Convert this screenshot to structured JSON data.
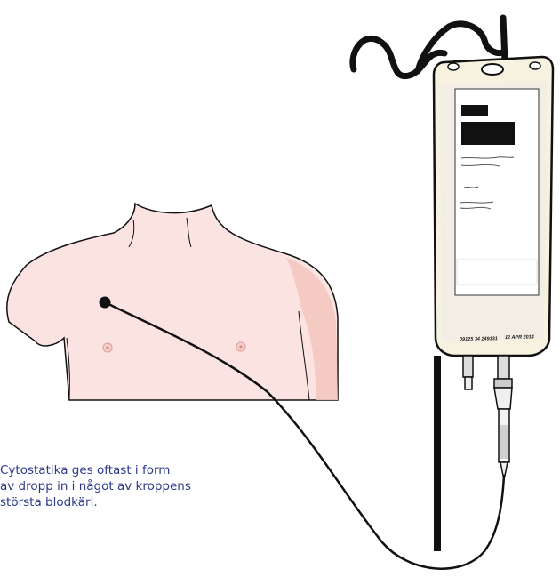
{
  "caption": {
    "lines": [
      "Cytostatika ges oftast i form",
      "av dropp in i något av kroppens",
      "största blodkärl."
    ]
  },
  "iv_bag": {
    "lot_code": "09125 34 249131",
    "date": "12 APR 2014"
  },
  "colors": {
    "caption": "#2d3a8c",
    "skin": "#fbe3e1",
    "skin_shadow": "#f3c7c0",
    "bag": "#f7f2e0",
    "line": "#111111"
  },
  "icons": {
    "torso": "torso-illustration",
    "iv_bag": "iv-bag-illustration",
    "catheter": "catheter-port-icon"
  }
}
